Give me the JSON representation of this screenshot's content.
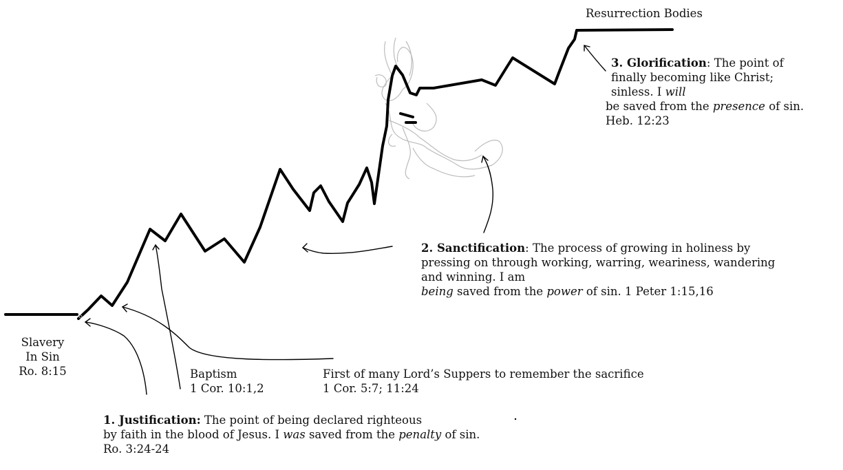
{
  "top_label": "Resurrection Bodies",
  "glorification": {
    "heading": "3. Glorification",
    "text1": ": The point of",
    "line2": "finally becoming like Christ;",
    "line3_pre": "sinless. I ",
    "line3_em": "will",
    "line4_pre": "be saved from the ",
    "line4_em": "presence",
    "line4_post": " of sin.",
    "ref": "Heb. 12:23"
  },
  "sanctification": {
    "heading": "2. Sanctification",
    "text1": ": The process of growing in holiness by",
    "line2": "pressing on through working, warring, weariness, wandering",
    "line3": "and winning. I am",
    "line4_em1": "being",
    "line4_mid": " saved from the ",
    "line4_em2": "power",
    "line4_post": " of sin. 1 Peter 1:15,16"
  },
  "slavery": {
    "line1": "Slavery",
    "line2": "In Sin",
    "line3": "Ro. 8:15"
  },
  "baptism": {
    "line1": "Baptism",
    "line2": "1 Cor. 10:1,2"
  },
  "lords_supper": {
    "line1": "First of many Lord’s Suppers to remember the sacrifice",
    "line2": "1 Cor. 5:7; 11:24"
  },
  "justification": {
    "heading": "1. Justification:",
    "text1": " The point of being declared righteous",
    "line2_pre": "by faith in the blood of Jesus. I ",
    "line2_em": "was",
    "line2_mid": " saved from the ",
    "line2_em2": "penalty",
    "line2_post": " of sin.",
    "ref": "Ro. 3:24-24"
  }
}
